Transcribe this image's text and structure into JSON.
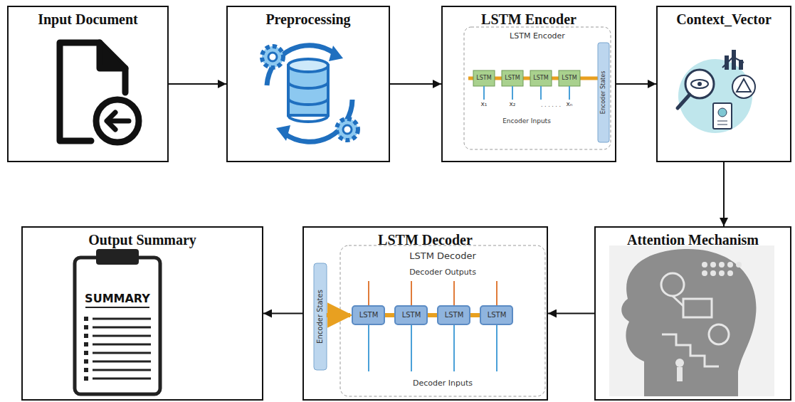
{
  "diagram": {
    "nodes": [
      {
        "text": [
          "Input Document"
        ]
      },
      {
        "text": [
          "Preprocessing"
        ]
      },
      {
        "text": [
          "LSTM Encoder"
        ]
      },
      {
        "text": [
          "Context_Vector"
        ]
      },
      {
        "text": [
          "Output Summary"
        ]
      },
      {
        "text": [
          "LSTM Decoder"
        ]
      },
      {
        "text": [
          "Attention Mechanism"
        ]
      }
    ],
    "edges": [
      {
        "from": 0,
        "to": 1,
        "arrow": "to"
      },
      {
        "from": 1,
        "to": 2,
        "arrow": "to"
      },
      {
        "from": 2,
        "to": 3,
        "arrow": "to"
      },
      {
        "from": 3,
        "to": 6,
        "arrow": "to"
      },
      {
        "from": 6,
        "to": 5,
        "arrow": "to"
      },
      {
        "from": 5,
        "to": 4,
        "arrow": "to"
      }
    ],
    "labels": [
      "LSTM Encoder",
      "LSTM",
      "LSTM",
      "LSTM",
      "LSTM",
      "x₁",
      "x₂",
      "xₙ",
      "Encoder Inputs",
      "Encoder States",
      "LSTM Decoder",
      "Decoder Outputs",
      "LSTM",
      "LSTM",
      "LSTM",
      "LSTM",
      "Decoder Inputs",
      "Encoder States",
      "SUMMARY"
    ]
  }
}
